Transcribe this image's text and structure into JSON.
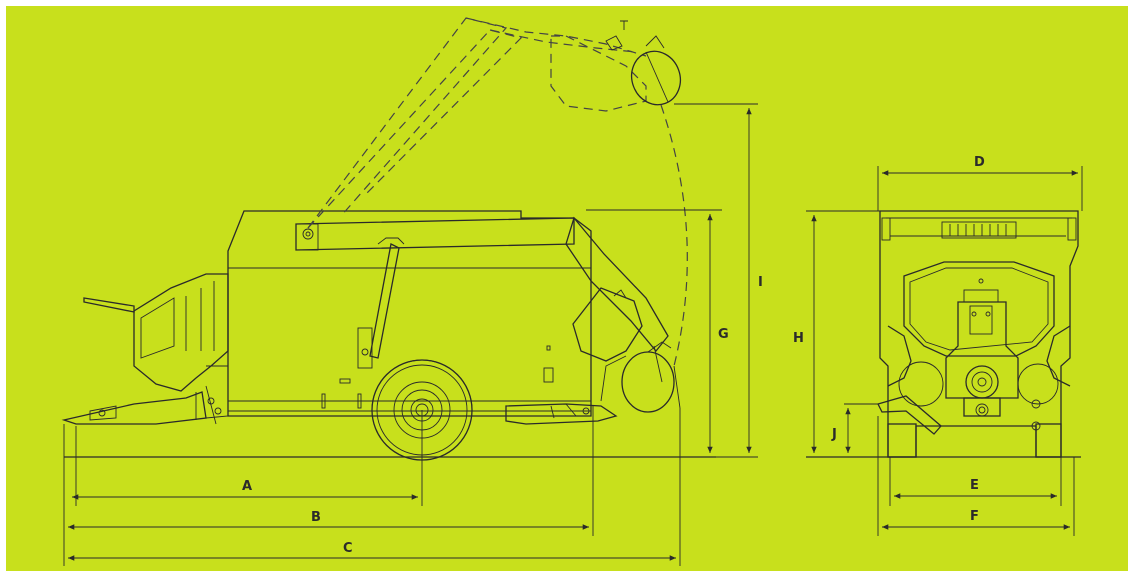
{
  "colors": {
    "background": "#c8e01c",
    "line": "#2a2a2a"
  },
  "labels": {
    "A": "A",
    "B": "B",
    "C": "C",
    "D": "D",
    "E": "E",
    "F": "F",
    "G": "G",
    "H": "H",
    "I": "I",
    "J": "J"
  }
}
